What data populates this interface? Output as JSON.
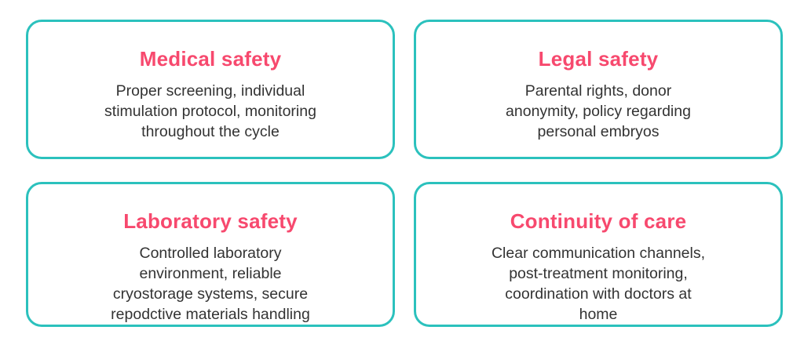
{
  "theme": {
    "border_color": "#2bc1bd",
    "heading_color": "#f7496e",
    "body_text_color": "#333333",
    "background_color": "#ffffff"
  },
  "cards": [
    {
      "id": "medical-safety",
      "title": "Medical safety",
      "description": "Proper screening, individual\nstimulation protocol, monitoring\nthroughout the cycle"
    },
    {
      "id": "legal-safety",
      "title": "Legal safety",
      "description": "Parental rights, donor\nanonymity, policy regarding\npersonal embryos"
    },
    {
      "id": "laboratory-safety",
      "title": "Laboratory safety",
      "description": "Controlled laboratory\nenvironment, reliable\ncryostorage systems,  secure\nrepodctive materials handling"
    },
    {
      "id": "continuity-of-care",
      "title": "Continuity of care",
      "description": "Clear communication channels,\npost-treatment monitoring,\ncoordination with doctors at\nhome"
    }
  ]
}
